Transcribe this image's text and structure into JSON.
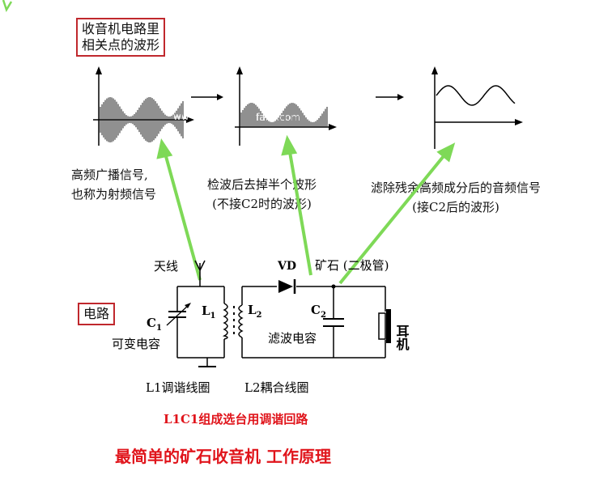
{
  "title_box": {
    "line1": "收音机电路里",
    "line2": "相关点的波形"
  },
  "panels": {
    "rf": {
      "line1": "高频广播信号,",
      "line2": "也称为射频信号"
    },
    "det": {
      "line1": "检波后去掉半个波形",
      "line2": "(不接C2时的波形)",
      "watermark": "fans.com",
      "watermark_small": "ww"
    },
    "af": {
      "line1": "滤除残余高频成分后的音频信号",
      "line2": "(接C2后的波形)"
    }
  },
  "circuit_box": "电路",
  "circuit": {
    "antenna": "天线",
    "c1": "C",
    "c1_sub": "1",
    "c1_desc": "可变电容",
    "l1": "L",
    "l1_sub": "1",
    "l2": "L",
    "l2_sub": "2",
    "vd": "VD",
    "vd_desc": "矿石 (二极管)",
    "c2": "C",
    "c2_sub": "2",
    "c2_desc": "滤波电容",
    "earphone": "耳机",
    "l1_caption": "L1调谐线圈",
    "l2_caption": "L2耦合线圈"
  },
  "subtitle": "L1C1组成选台用调谐回路",
  "main_title": "最简单的矿石收音机 工作原理",
  "colors": {
    "red": "#e0141b",
    "arrow_green": "#7ed957",
    "box_border": "#c0282d"
  }
}
